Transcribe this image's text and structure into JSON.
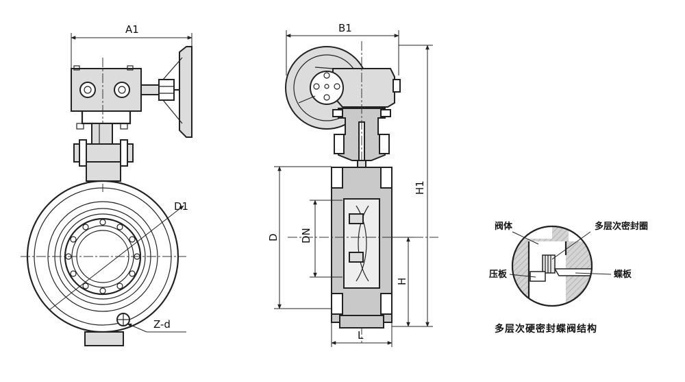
{
  "labels": {
    "a1": "A1",
    "b1": "B1",
    "d1": "D1",
    "zd": "Z-d",
    "d": "D",
    "dn": "DN",
    "h1": "H1",
    "h": "H",
    "l": "L"
  },
  "detail": {
    "body": "阀体",
    "seal_ring": "多层次密封圈",
    "clamp_plate": "压板",
    "disc": "蝶板"
  },
  "caption": "多层次硬密封蝶阀结构"
}
